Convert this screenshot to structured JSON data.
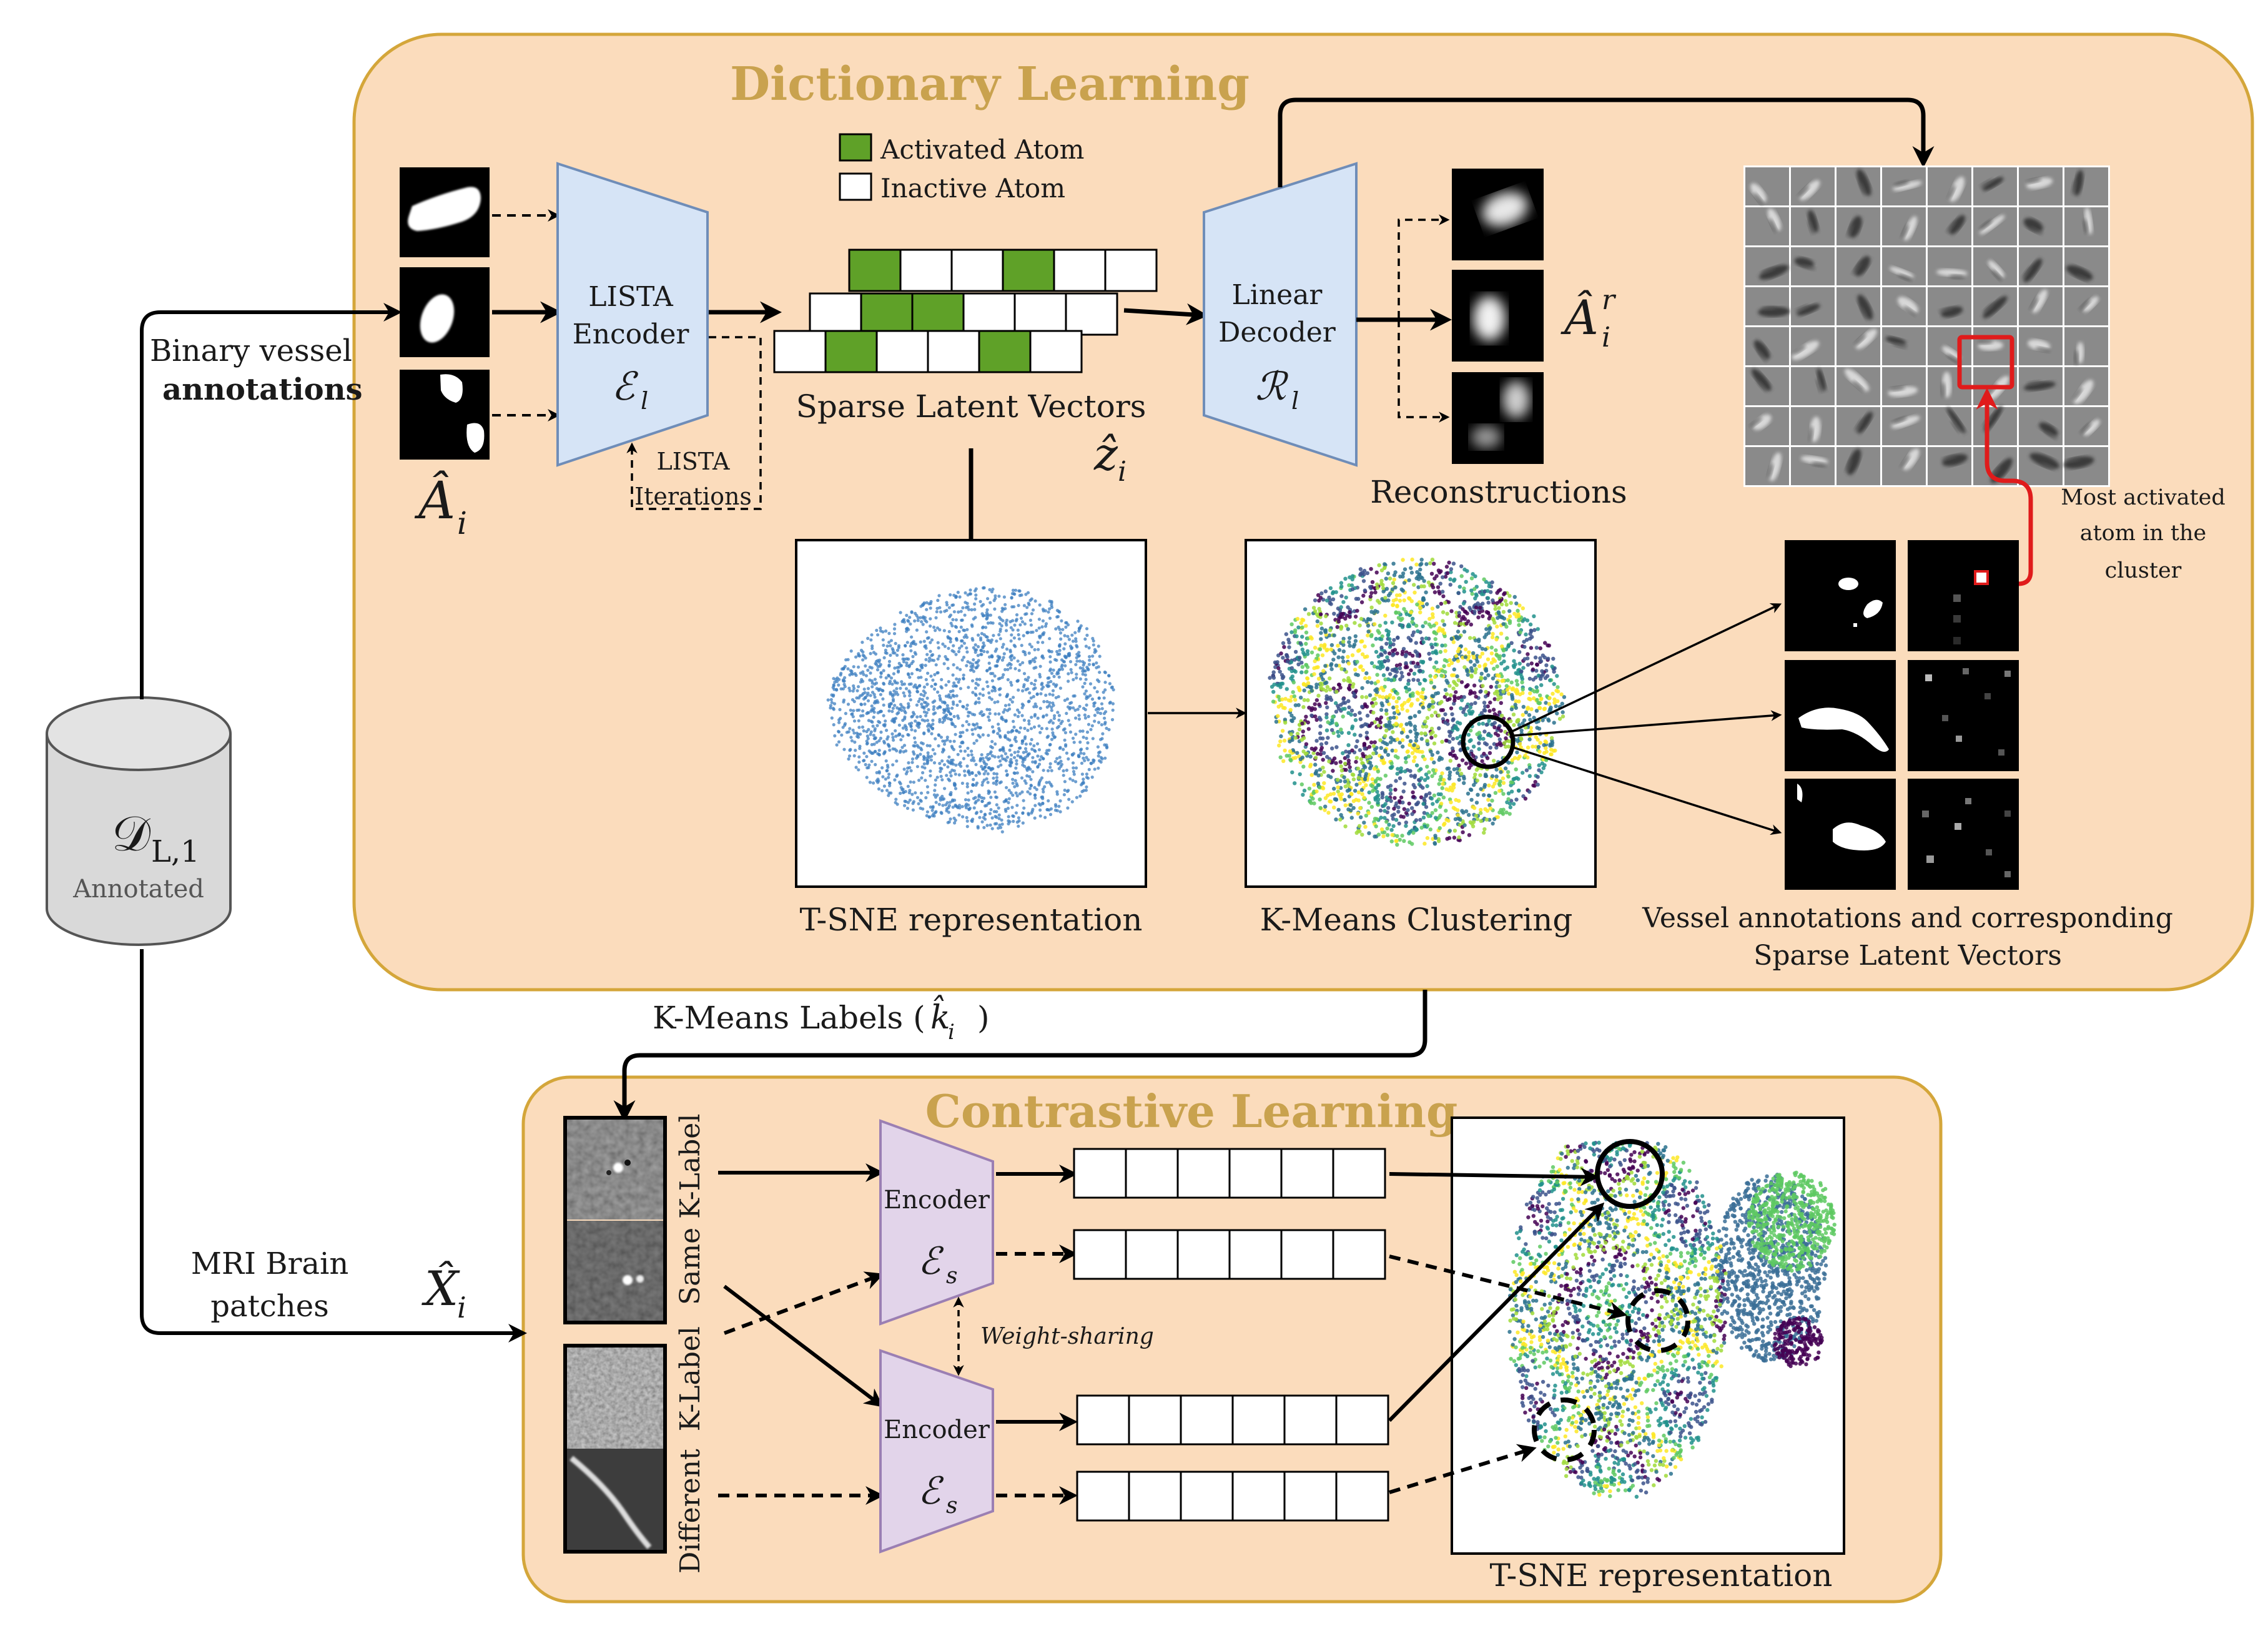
{
  "dictionary": {
    "title": "Dictionary Learning",
    "legend": {
      "active": "Activated Atom",
      "inactive": "Inactive Atom"
    },
    "encoder": {
      "line1": "LISTA",
      "line2": "Encoder",
      "symbol": "ℰ",
      "subscript": "l"
    },
    "lista_iterations": {
      "line1": "LISTA",
      "line2": "Iterations"
    },
    "sparse_label": "Sparse Latent Vectors",
    "decoder": {
      "line1": "Linear",
      "line2": "Decoder",
      "symbol": "ℛ",
      "subscript": "l"
    },
    "reconstructions_label": "Reconstructions",
    "tsne_label": "T-SNE representation",
    "kmeans_label": "K-Means Clustering",
    "vessel_caption": {
      "line1": "Vessel annotations and corresponding",
      "line2": "Sparse Latent Vectors"
    },
    "most_activated": {
      "line1": "Most activated",
      "line2": "atom in the",
      "line3": "cluster"
    },
    "input_math": {
      "base": "Â",
      "sub": "i"
    },
    "z_math": {
      "base": "ẑ",
      "sub": "i"
    },
    "recon_math": {
      "base": "Â",
      "sup": "r",
      "sub": "i"
    }
  },
  "database": {
    "symbol": "𝒟",
    "sub": "L,1",
    "label": "Annotated"
  },
  "binary": {
    "line1": "Binary vessel",
    "line2": "annotations"
  },
  "mri": {
    "line1": "MRI Brain",
    "line2": "patches",
    "math_base": "X̂",
    "math_sub": "i"
  },
  "kmeans_labels": {
    "text": "K-Means Labels (",
    "k": "k̂",
    "sub": "i",
    "close": ")"
  },
  "contrastive": {
    "title": "Contrastive Learning",
    "encoder_label": "Encoder",
    "encoder_symbol": "ℰ",
    "encoder_sub": "s",
    "weight_sharing": "Weight-sharing",
    "same_label": "Same K-Label",
    "different_label": "Different  K-Label",
    "tsne_label": "T-SNE representation"
  },
  "colors": {
    "panel_fill": "#fbdcbc",
    "panel_border": "#d4a63a",
    "title": "#c9a24e",
    "active_atom": "#5fa128",
    "encoder_fill": "#d6e4f6",
    "encoder_stroke": "#6f8db8",
    "contrast_encoder_fill": "#e2d4ea",
    "contrast_encoder_stroke": "#9b7fb3",
    "tsne_blue": "#3d7fc0",
    "highlight_red": "#e01b1b"
  }
}
